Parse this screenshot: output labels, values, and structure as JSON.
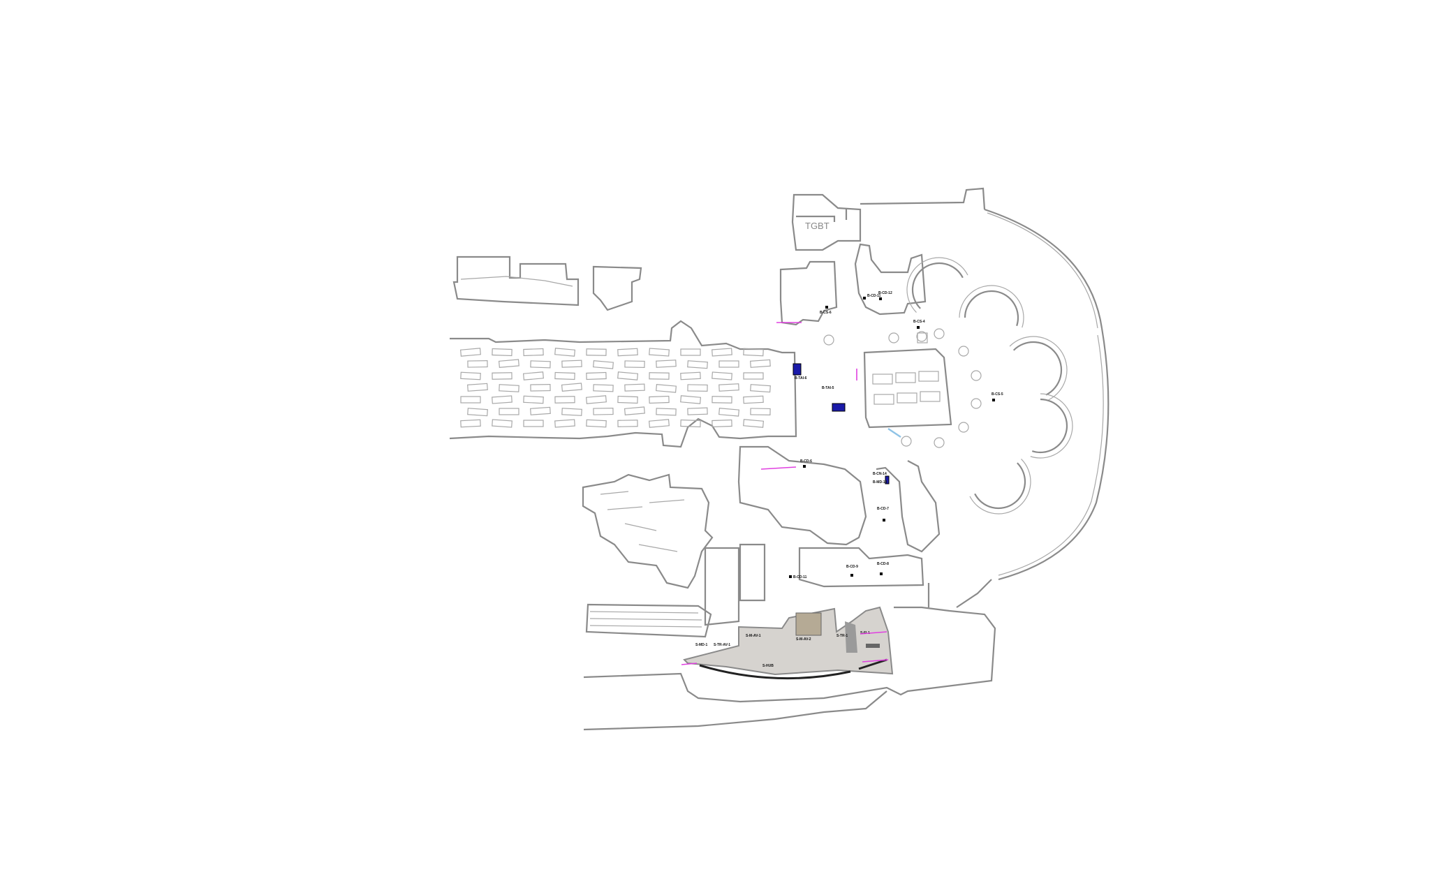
{
  "plan": {
    "room_label": "TGBT",
    "colors": {
      "wall": "#8a8a8a",
      "zone": "#d6d3cf",
      "equipment": "#1a1aa8",
      "arrow": "#e040e0",
      "accent": "#8fc3e6"
    },
    "equipment_labels": [
      {
        "id": "cd11",
        "text": "B-CD-11"
      },
      {
        "id": "cd12",
        "text": "B-CD-12"
      },
      {
        "id": "cs6",
        "text": "B-CS-6"
      },
      {
        "id": "cs4",
        "text": "B-CS-4"
      },
      {
        "id": "cs5",
        "text": "B-CS-5"
      },
      {
        "id": "tai6",
        "text": "B-TAI-6"
      },
      {
        "id": "tai5",
        "text": "B-TAI-5"
      },
      {
        "id": "cd6",
        "text": "B-CD-6"
      },
      {
        "id": "cn14",
        "text": "B-CN-14"
      },
      {
        "id": "md14",
        "text": "B-MD-14"
      },
      {
        "id": "cd7",
        "text": "B-CD-7"
      },
      {
        "id": "cd9",
        "text": "B-CD-9"
      },
      {
        "id": "cd8",
        "text": "B-CD-8"
      },
      {
        "id": "cd10",
        "text": "B-CD-11"
      }
    ],
    "zone_labels": [
      {
        "id": "md1",
        "text": "S-MD-1"
      },
      {
        "id": "trav1",
        "text": "S-TR-AV-1"
      },
      {
        "id": "mav1",
        "text": "S-M-AV-1"
      },
      {
        "id": "mav2",
        "text": "S-M-AV-2"
      },
      {
        "id": "tr1",
        "text": "S-TR-1"
      },
      {
        "id": "fi1",
        "text": "S-FI-1"
      },
      {
        "id": "hub",
        "text": "S-HUB"
      }
    ]
  }
}
